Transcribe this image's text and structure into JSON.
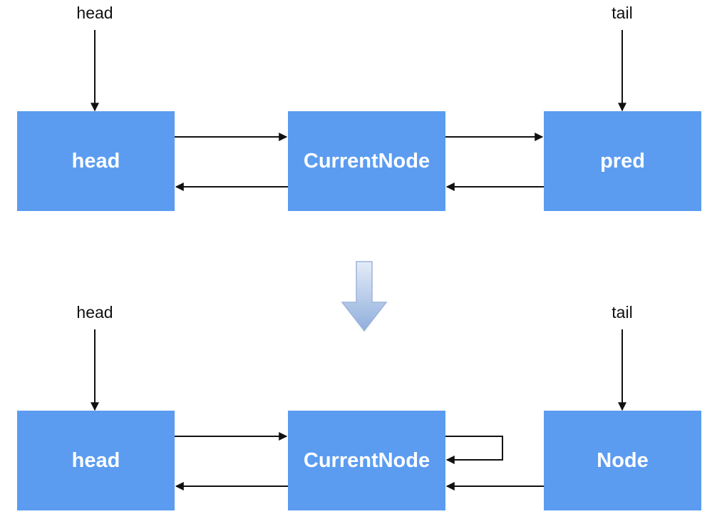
{
  "colors": {
    "node_fill": "#5B9CF0",
    "node_text": "#FFFFFF",
    "edge": "#111111",
    "transition_arrow_top": "#E4ECF8",
    "transition_arrow_bottom": "#8FAEDC"
  },
  "top": {
    "pointer_labels": {
      "head": "head",
      "tail": "tail"
    },
    "nodes": {
      "left": "head",
      "middle": "CurrentNode",
      "right": "pred"
    }
  },
  "bottom": {
    "pointer_labels": {
      "head": "head",
      "tail": "tail"
    },
    "nodes": {
      "left": "head",
      "middle": "CurrentNode",
      "right": "Node"
    }
  },
  "icons": {
    "transition": "down-arrow-icon"
  }
}
